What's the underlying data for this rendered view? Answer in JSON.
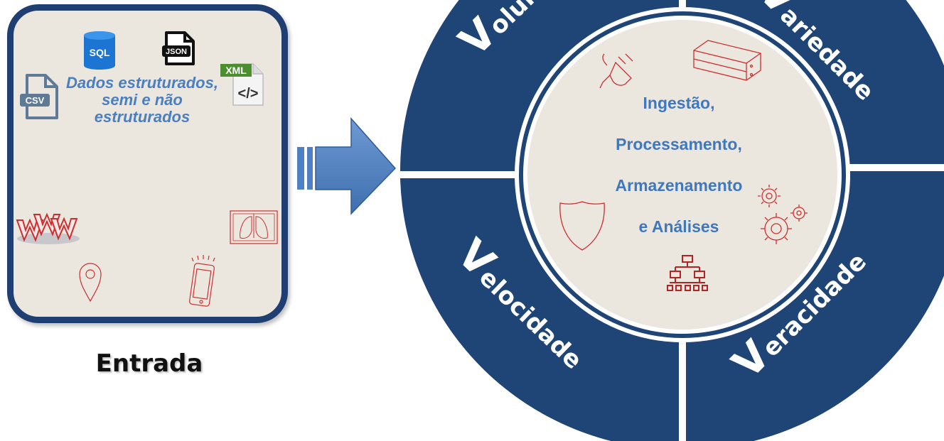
{
  "input": {
    "caption_lines": [
      "Dados estruturados,",
      "semi e não",
      "estruturados"
    ],
    "label": "Entrada",
    "icons": {
      "sql": "SQL",
      "json": "JSON",
      "xml": "XML",
      "xml_symbol": "</>",
      "csv": "CSV"
    }
  },
  "wheel": {
    "sectors": [
      {
        "initial": "V",
        "rest": "olume"
      },
      {
        "initial": "V",
        "rest": "ariedade"
      },
      {
        "initial": "V",
        "rest": "elocidade"
      },
      {
        "initial": "V",
        "rest": "eracidade"
      }
    ],
    "center_lines": [
      "Ingestão,",
      "Processamento,",
      "Armazenamento",
      "e  Análises"
    ]
  },
  "colors": {
    "wheel": "#1f4577",
    "panel_border": "#1f3f73",
    "panel_fill": "#ebe7df",
    "caption": "#4a7fc0",
    "arrow": "#4f81c2",
    "icon_red": "#cc2f2f"
  }
}
